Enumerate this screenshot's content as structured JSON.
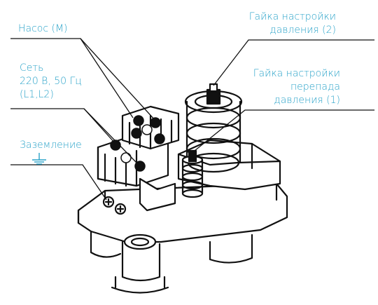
{
  "labels": {
    "pump": "Насос (M)",
    "mains_line1": "Сеть",
    "mains_line2": "220 В, 50 Гц",
    "mains_line3": "(L1,L2)",
    "ground": "Заземление",
    "pressure_nut_line1": "Гайка настройки",
    "pressure_nut_line2": "давления (2)",
    "diff_nut_line1": "Гайка настройки",
    "diff_nut_line2": "перепада",
    "diff_nut_line3": "давления (1)"
  },
  "colors": {
    "label_text": "#2aa3c9",
    "leader_line": "#111111",
    "drawing": "#111111"
  }
}
